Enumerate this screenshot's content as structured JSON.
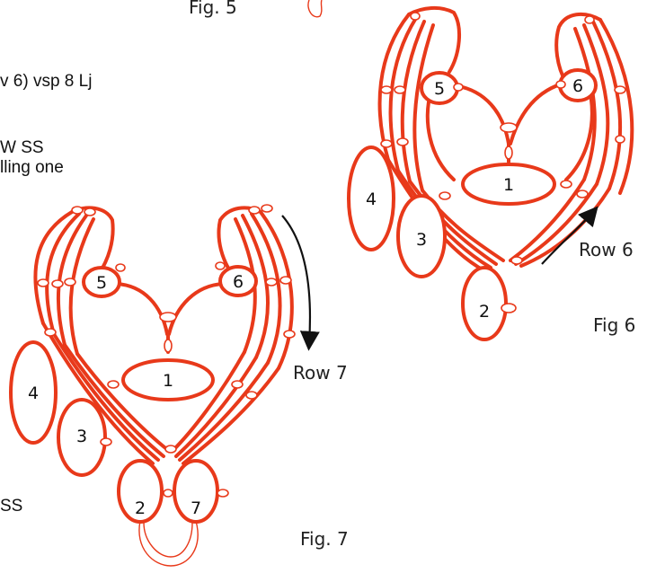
{
  "captions": {
    "fig5": "Fig. 5",
    "fig6": "Fig 6",
    "fig7": "Fig. 7",
    "row6": "Row 6",
    "row7": "Row 7"
  },
  "instructions": {
    "line1": "v 6) vsp 8 Lj",
    "line2": "W SS",
    "line3": "lling one",
    "line4": "SS"
  },
  "fig6_rings": {
    "r1": "1",
    "r2": "2",
    "r3": "3",
    "r4": "4",
    "r5": "5",
    "r6": "6"
  },
  "fig7_rings": {
    "r1": "1",
    "r2": "2",
    "r3": "3",
    "r4": "4",
    "r5": "5",
    "r6": "6",
    "r7": "7"
  },
  "colors": {
    "thread": "#e8391a",
    "arrow": "#111111"
  }
}
